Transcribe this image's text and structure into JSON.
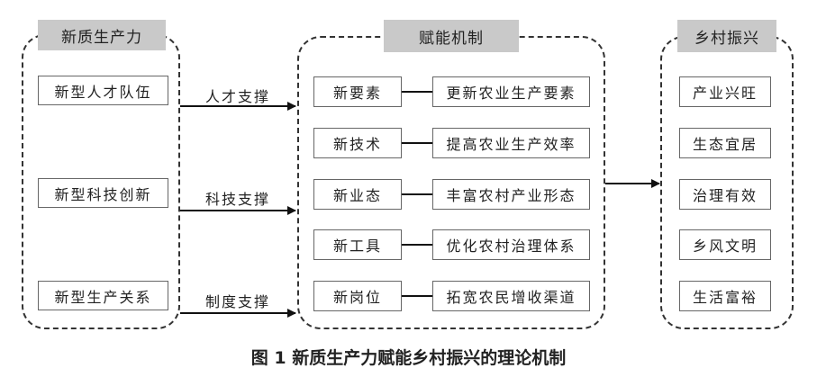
{
  "left_group": {
    "title": "新质生产力",
    "items": [
      "新型人才队伍",
      "新型科技创新",
      "新型生产关系"
    ]
  },
  "supports": [
    "人才支撑",
    "科技支撑",
    "制度支撑"
  ],
  "middle_group": {
    "title": "赋能机制",
    "rows": [
      {
        "key": "新要素",
        "value": "更新农业生产要素"
      },
      {
        "key": "新技术",
        "value": "提高农业生产效率"
      },
      {
        "key": "新业态",
        "value": "丰富农村产业形态"
      },
      {
        "key": "新工具",
        "value": "优化农村治理体系"
      },
      {
        "key": "新岗位",
        "value": "拓宽农民增收渠道"
      }
    ]
  },
  "right_group": {
    "title": "乡村振兴",
    "items": [
      "产业兴旺",
      "生态宜居",
      "治理有效",
      "乡风文明",
      "生活富裕"
    ]
  },
  "caption": "图 1  新质生产力赋能乡村振兴的理论机制"
}
